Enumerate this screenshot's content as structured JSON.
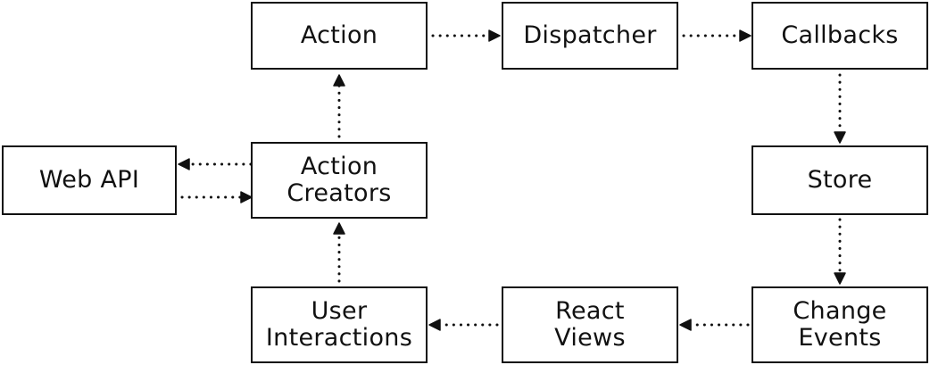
{
  "diagram": {
    "nodes": {
      "action": {
        "lines": [
          "Action"
        ]
      },
      "dispatcher": {
        "lines": [
          "Dispatcher"
        ]
      },
      "callbacks": {
        "lines": [
          "Callbacks"
        ]
      },
      "web_api": {
        "lines": [
          "Web API"
        ]
      },
      "action_creators": {
        "lines": [
          "Action",
          "Creators"
        ]
      },
      "store": {
        "lines": [
          "Store"
        ]
      },
      "user_interactions": {
        "lines": [
          "User",
          "Interactions"
        ]
      },
      "react_views": {
        "lines": [
          "React",
          "Views"
        ]
      },
      "change_events": {
        "lines": [
          "Change",
          "Events"
        ]
      }
    },
    "edges": [
      {
        "from": "action",
        "to": "dispatcher"
      },
      {
        "from": "dispatcher",
        "to": "callbacks"
      },
      {
        "from": "callbacks",
        "to": "store"
      },
      {
        "from": "store",
        "to": "change_events"
      },
      {
        "from": "change_events",
        "to": "react_views"
      },
      {
        "from": "react_views",
        "to": "user_interactions"
      },
      {
        "from": "user_interactions",
        "to": "action_creators"
      },
      {
        "from": "action_creators",
        "to": "action"
      },
      {
        "from": "action_creators",
        "to": "web_api"
      },
      {
        "from": "web_api",
        "to": "action_creators"
      }
    ],
    "colors": {
      "stroke": "#111111",
      "background": "#ffffff",
      "text": "#111111"
    }
  }
}
